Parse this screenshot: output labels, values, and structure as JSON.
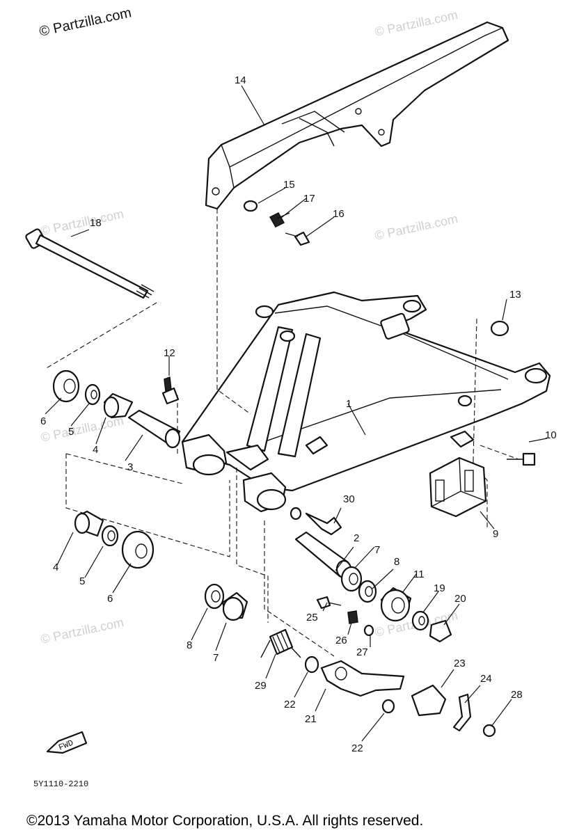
{
  "watermarks": {
    "main": "© Partzilla.com",
    "faint": "© Partzilla.com"
  },
  "diagram_code": "5Y1110-2210",
  "fwd_label": "FWD",
  "copyright": "©2013 Yamaha Motor Corporation, U.S.A. All rights reserved.",
  "callouts": [
    "1",
    "2",
    "3",
    "4",
    "5",
    "6",
    "7",
    "8",
    "9",
    "10",
    "11",
    "12",
    "13",
    "14",
    "15",
    "16",
    "17",
    "18",
    "19",
    "20",
    "21",
    "22",
    "23",
    "24",
    "25",
    "26",
    "27",
    "28",
    "29",
    "30"
  ],
  "callout_repeats": {
    "4b": "4",
    "5b": "5",
    "6b": "6",
    "7b": "7",
    "8b": "8",
    "22b": "22"
  }
}
